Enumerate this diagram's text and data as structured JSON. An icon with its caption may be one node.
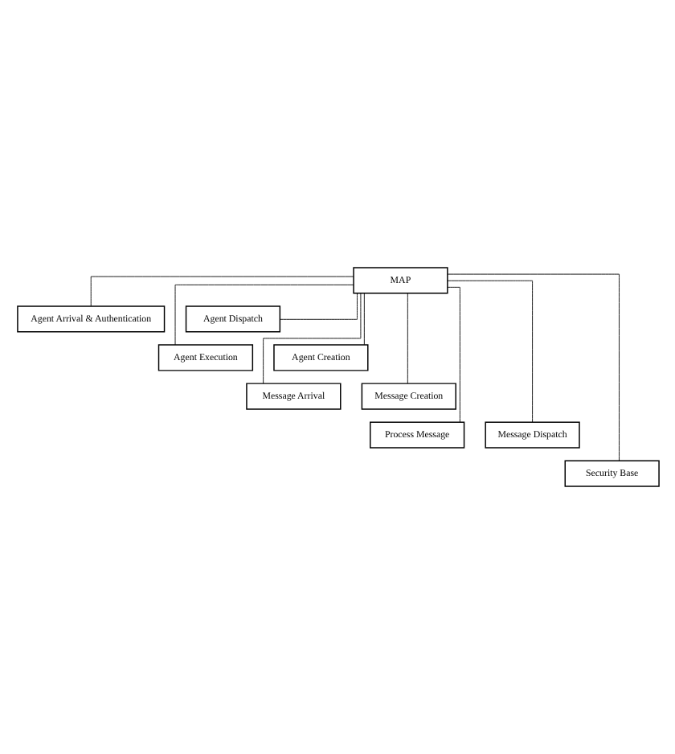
{
  "diagram": {
    "nodes": [
      {
        "text": [
          "MAP"
        ]
      },
      {
        "text": [
          "Agent Arrival & Authentication"
        ]
      },
      {
        "text": [
          "Agent Dispatch"
        ]
      },
      {
        "text": [
          "Agent Execution"
        ]
      },
      {
        "text": [
          "Agent Creation"
        ]
      },
      {
        "text": [
          "Message Arrival"
        ]
      },
      {
        "text": [
          "Message Creation"
        ]
      },
      {
        "text": [
          "Process Message"
        ]
      },
      {
        "text": [
          "Message Dispatch"
        ]
      },
      {
        "text": [
          "Security Base"
        ]
      }
    ],
    "edges": [
      {
        "from": 0,
        "to": 1,
        "arrow": "none"
      },
      {
        "from": 0,
        "to": 2,
        "arrow": "none"
      },
      {
        "from": 0,
        "to": 3,
        "arrow": "none"
      },
      {
        "from": 0,
        "to": 4,
        "arrow": "none"
      },
      {
        "from": 0,
        "to": 5,
        "arrow": "none"
      },
      {
        "from": 0,
        "to": 6,
        "arrow": "none"
      },
      {
        "from": 0,
        "to": 7,
        "arrow": "none"
      },
      {
        "from": 0,
        "to": 8,
        "arrow": "none"
      },
      {
        "from": 0,
        "to": 9,
        "arrow": "none"
      }
    ]
  }
}
